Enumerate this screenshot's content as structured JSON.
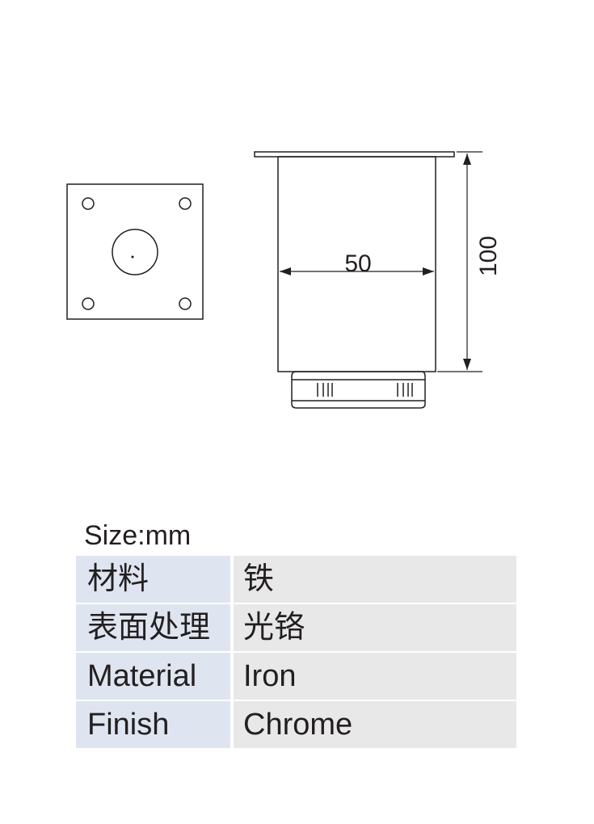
{
  "drawing": {
    "width_dimension": "50",
    "height_dimension": "100"
  },
  "size_label": "Size:mm",
  "specs": [
    {
      "key": "材料",
      "value": "铁"
    },
    {
      "key": "表面处理",
      "value": "光铬"
    },
    {
      "key": "Material",
      "value": "Iron"
    },
    {
      "key": "Finish",
      "value": "Chrome"
    }
  ]
}
